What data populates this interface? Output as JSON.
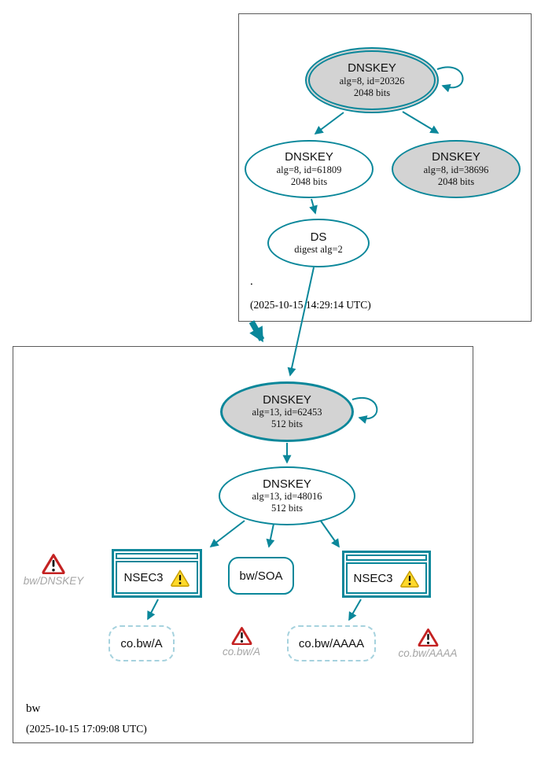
{
  "colors": {
    "edge": "#0a879a",
    "node_fill_gray": "#d3d3d3",
    "dashed": "#a6d2de",
    "box_border": "#5b5b5b",
    "warning_red": "#c42222",
    "warning_yellow": "#ffd92b",
    "label_gray": "#a5a5a5"
  },
  "zones": {
    "root": {
      "name": ".",
      "timestamp": "(2025-10-15 14:29:14 UTC)"
    },
    "bw": {
      "name": "bw",
      "timestamp": "(2025-10-15 17:09:08 UTC)"
    }
  },
  "nodes": {
    "root_ksk": {
      "title": "DNSKEY",
      "detail1": "alg=8, id=20326",
      "detail2": "2048 bits"
    },
    "root_zsk": {
      "title": "DNSKEY",
      "detail1": "alg=8, id=61809",
      "detail2": "2048 bits"
    },
    "root_key2": {
      "title": "DNSKEY",
      "detail1": "alg=8, id=38696",
      "detail2": "2048 bits"
    },
    "root_ds": {
      "title": "DS",
      "detail1": "digest alg=2"
    },
    "bw_ksk": {
      "title": "DNSKEY",
      "detail1": "alg=13, id=62453",
      "detail2": "512 bits"
    },
    "bw_zsk": {
      "title": "DNSKEY",
      "detail1": "alg=13, id=48016",
      "detail2": "512 bits"
    },
    "nsec3_left": {
      "label": "NSEC3"
    },
    "nsec3_right": {
      "label": "NSEC3"
    },
    "bw_soa": {
      "label": "bw/SOA"
    },
    "co_bw_a": {
      "label": "co.bw/A"
    },
    "co_bw_aaaa": {
      "label": "co.bw/AAAA"
    },
    "warn_bw_dnskey": {
      "label": "bw/DNSKEY"
    },
    "warn_co_bw_a": {
      "label": "co.bw/A"
    },
    "warn_co_bw_aaaa": {
      "label": "co.bw/AAAA"
    }
  }
}
